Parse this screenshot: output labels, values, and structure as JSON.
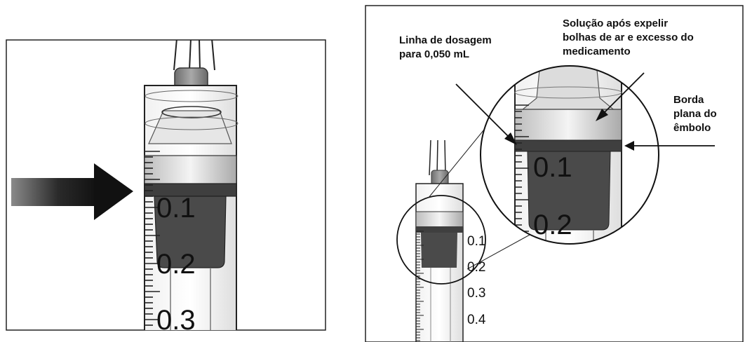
{
  "panel_left": {
    "scale_labels": [
      "0.1",
      "0.2",
      "0.3"
    ]
  },
  "panel_right": {
    "labels": {
      "dose_line": [
        "Linha de dosagem",
        "para 0,050 mL"
      ],
      "solution": [
        "Solução após expelir",
        "bolhas de ar e excesso do",
        "medicamento"
      ],
      "plunger_edge": [
        "Borda",
        "plana do",
        "êmbolo"
      ]
    },
    "small_scale_labels": [
      "0.1",
      "0.2",
      "0.3",
      "0.4"
    ],
    "zoom_scale_labels": [
      "0.1",
      "0.2"
    ]
  },
  "colors": {
    "stopper": "#4a4a4a",
    "barrel_outline": "#222222",
    "arrow": "#1a1a1a"
  }
}
